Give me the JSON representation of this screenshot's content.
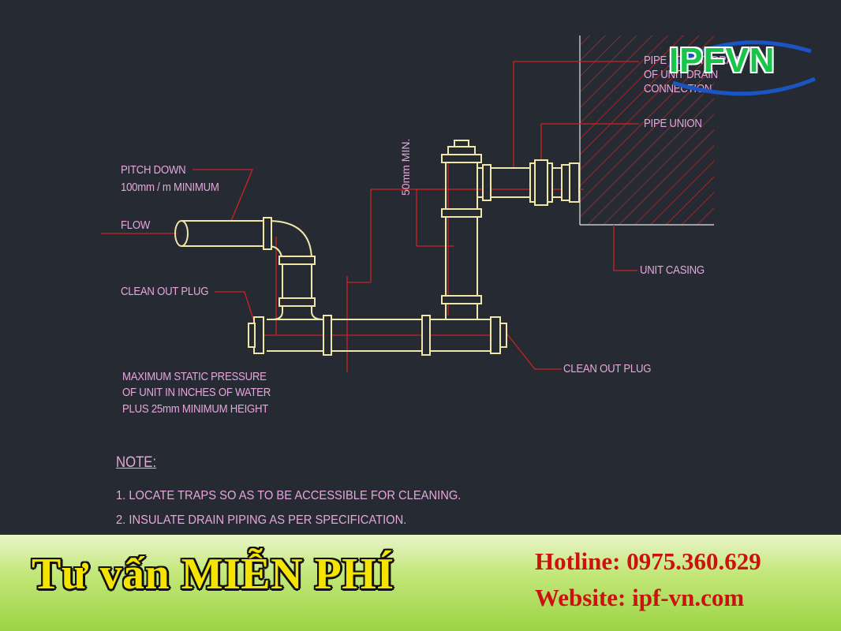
{
  "logo": {
    "text": "IPFVN"
  },
  "diagram": {
    "labels": {
      "pipe_drain": [
        "PIPE TO UNIT DRAIN",
        "OF UNIT DRAIN",
        "CONNECTION"
      ],
      "pipe_union": "PIPE UNION",
      "pitch_down": [
        "PITCH DOWN",
        "100mm / m MINIMUM"
      ],
      "flow": "FLOW",
      "clean_out_left": "CLEAN OUT PLUG",
      "clean_out_right": "CLEAN OUT PLUG",
      "unit_casing": "UNIT CASING",
      "min_height": "50mm MIN.",
      "static_pressure": [
        "MAXIMUM STATIC PRESSURE",
        "OF UNIT IN INCHES OF WATER",
        "PLUS 25mm MINIMUM HEIGHT"
      ]
    },
    "note": {
      "heading": "NOTE:",
      "items": [
        "1. LOCATE TRAPS SO AS TO BE ACCESSIBLE FOR CLEANING.",
        "2. INSULATE DRAIN PIPING AS PER SPECIFICATION."
      ]
    }
  },
  "banner": {
    "title": "Tư vấn MIỄN PHÍ",
    "hotline": "Hotline: 0975.360.629",
    "website": "Website: ipf-vn.com"
  },
  "colors": {
    "background": "#262b33",
    "pipe": "#efe6a8",
    "leader": "#cc2222",
    "label": "#e6a6dc",
    "banner_text": "#f5e400",
    "contact_text": "#cc1111"
  }
}
